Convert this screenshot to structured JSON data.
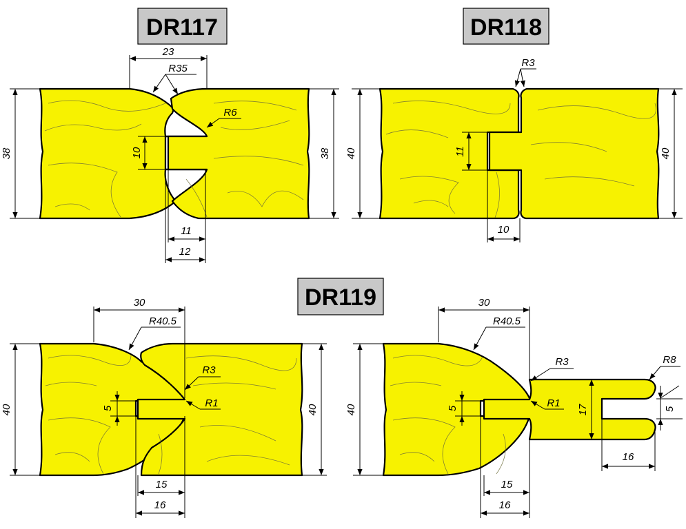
{
  "profiles": [
    {
      "id": "DR117",
      "title": "DR117",
      "dimensions": {
        "width_top": "23",
        "radius_large": "R35",
        "radius_small": "R6",
        "tongue_height": "10",
        "thickness_left": "38",
        "thickness_right": "38",
        "groove_depth": "11",
        "tongue_length": "12"
      }
    },
    {
      "id": "DR118",
      "title": "DR118",
      "dimensions": {
        "radius": "R3",
        "thickness_left": "40",
        "thickness_right": "40",
        "tongue_height": "11",
        "tongue_length": "10"
      }
    },
    {
      "id": "DR119",
      "title": "DR119",
      "left": {
        "width_top": "30",
        "radius_large": "R40.5",
        "radius_r3": "R3",
        "radius_r1": "R1",
        "tongue_height": "5",
        "thickness_left": "40",
        "thickness_right": "40",
        "dim_15": "15",
        "dim_16": "16"
      },
      "right": {
        "width_top": "30",
        "radius_large": "R40.5",
        "radius_r3": "R3",
        "radius_r1": "R1",
        "radius_r8": "R8",
        "tongue_height": "5",
        "thickness": "40",
        "panel_thickness": "17",
        "slot_height": "5",
        "slot_length": "16",
        "dim_15": "15",
        "dim_16": "16"
      }
    }
  ]
}
